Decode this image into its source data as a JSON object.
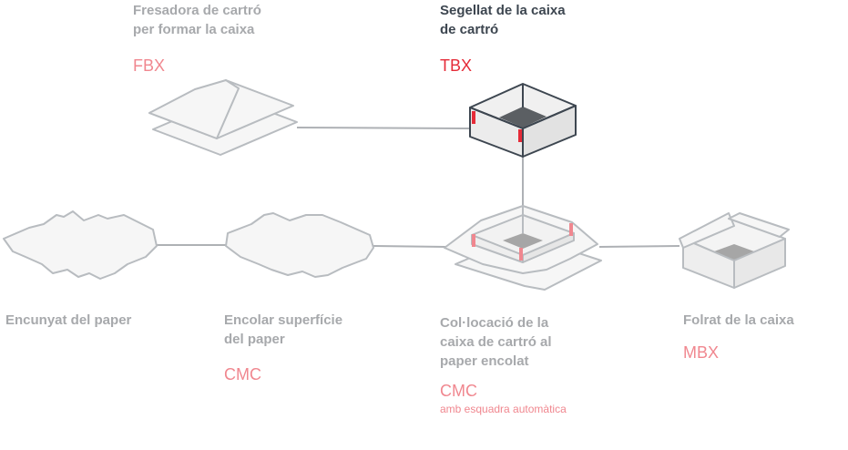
{
  "colors": {
    "inactive_text": "#a7a9ac",
    "active_text": "#3d4650",
    "code_inactive": "#f0878f",
    "code_active": "#e52b38",
    "outline_inactive": "#b8bcc0",
    "outline_active": "#3d4650",
    "connector": "#aeb1b5",
    "box_fill": "#eeeeee",
    "box_interior": "#a6a6a6"
  },
  "steps": [
    {
      "id": "fbx",
      "title_lines": [
        "Fresadora de cartró",
        "per formar la caixa"
      ],
      "code": "FBX",
      "icon": "flat-board-icon",
      "active": false
    },
    {
      "id": "tbx",
      "title_lines": [
        "Segellat de la caixa",
        "de cartró"
      ],
      "code": "TBX",
      "icon": "sealed-box-icon",
      "active": true
    },
    {
      "id": "die-cut",
      "title_lines": [
        "Encunyat del paper"
      ],
      "icon": "cross-sheet-icon",
      "active": false
    },
    {
      "id": "glue",
      "title_lines": [
        "Encolar superfície",
        "del paper"
      ],
      "code": "CMC",
      "icon": "glued-sheet-icon",
      "active": false
    },
    {
      "id": "placement",
      "title_lines": [
        "Col·locació de la",
        "caixa de cartró al",
        "paper encolat"
      ],
      "code": "CMC",
      "subtitle": "amb esquadra automàtica",
      "icon": "box-on-sheet-icon",
      "active": false
    },
    {
      "id": "mbx",
      "title_lines": [
        "Folrat de la caixa"
      ],
      "code": "MBX",
      "icon": "lined-box-icon",
      "active": false
    }
  ]
}
